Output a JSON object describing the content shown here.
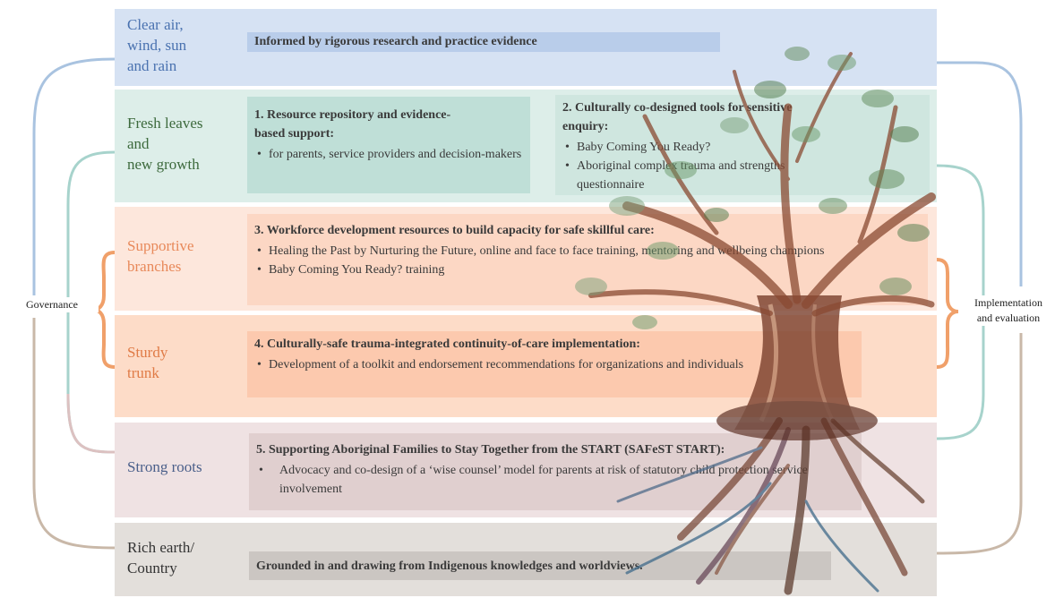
{
  "governance_label": "Governance",
  "implementation_label": "Implementation\nand evaluation",
  "colors": {
    "sky": "#d6e2f3",
    "leaves": "#ddeee9",
    "branches": "#fde7dc",
    "trunk": "#fddcc8",
    "roots": "#efe2e3",
    "earth": "#e3dfdb",
    "brace": "#f0a06a",
    "arc_blue": "#a9c3e0",
    "arc_teal": "#a7d3cc",
    "arc_rose": "#dcc1c1",
    "arc_tan": "#c9b8a8"
  },
  "bands": {
    "sky": {
      "label": "Clear air,\nwind, sun\nand rain",
      "text": "Informed by rigorous research and practice evidence"
    },
    "leaves": {
      "label": "Fresh leaves\nand\nnew growth",
      "box1": {
        "title": "1. Resource repository and evidence-\nbased support:",
        "bullets": [
          "for parents, service providers and decision-makers"
        ]
      },
      "box2": {
        "title": "2. Culturally co-designed tools for sensitive\nenquiry:",
        "bullets": [
          "Baby Coming You Ready?",
          "Aboriginal complex trauma and strengths questionnaire"
        ]
      }
    },
    "branches": {
      "label": "Supportive\nbranches",
      "title": "3. Workforce development resources to build capacity for safe skillful care:",
      "bullets": [
        "Healing the Past by Nurturing the Future, online and face to face training, mentoring and wellbeing champions",
        "Baby Coming You Ready? training"
      ]
    },
    "trunk": {
      "label": "Sturdy\ntrunk",
      "title": "4. Culturally-safe trauma-integrated continuity-of-care implementation:",
      "bullets": [
        "Development of a toolkit and endorsement recommendations for organizations and individuals"
      ]
    },
    "roots": {
      "label": "Strong roots",
      "title": "5. Supporting Aboriginal Families to Stay Together from the START (SAFeST START):",
      "bullets": [
        "Advocacy and co-design of a ‘wise counsel’ model for parents at risk of statutory child protection service involvement"
      ]
    },
    "earth": {
      "label": "Rich earth/\nCountry",
      "text": "Grounded in and drawing from Indigenous knowledges and worldviews."
    }
  }
}
